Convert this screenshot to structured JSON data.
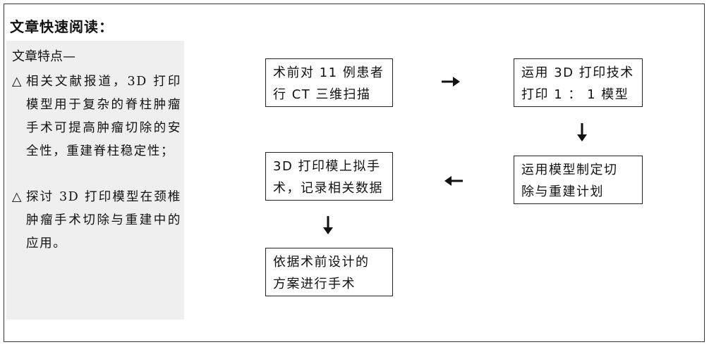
{
  "heading": "文章快速阅读：",
  "panel": {
    "title": "文章特点—",
    "bullets": [
      {
        "marker": "△",
        "text": "相关文献报道，3D 打印模型用于复杂的脊柱肿瘤手术可提高肿瘤切除的安全性，重建脊柱稳定性；"
      },
      {
        "marker": "△",
        "text": "探讨 3D 打印模型在颈椎肿瘤手术切除与重建中的应用。"
      }
    ]
  },
  "flow": {
    "steps": [
      {
        "lines": [
          "术前对 11 例患者",
          "行 CT 三维扫描"
        ]
      },
      {
        "lines": [
          "运用 3D 打印技术",
          "打印 1 ： 1 模型"
        ]
      },
      {
        "lines": [
          "运用模型制定切",
          "除与重建计划"
        ]
      },
      {
        "lines": [
          "3D 打印模上拟手",
          "术，记录相关数据"
        ]
      },
      {
        "lines": [
          "依据术前设计的",
          "方案进行手术"
        ]
      }
    ],
    "arrows": [
      "right",
      "down",
      "left",
      "down"
    ]
  }
}
